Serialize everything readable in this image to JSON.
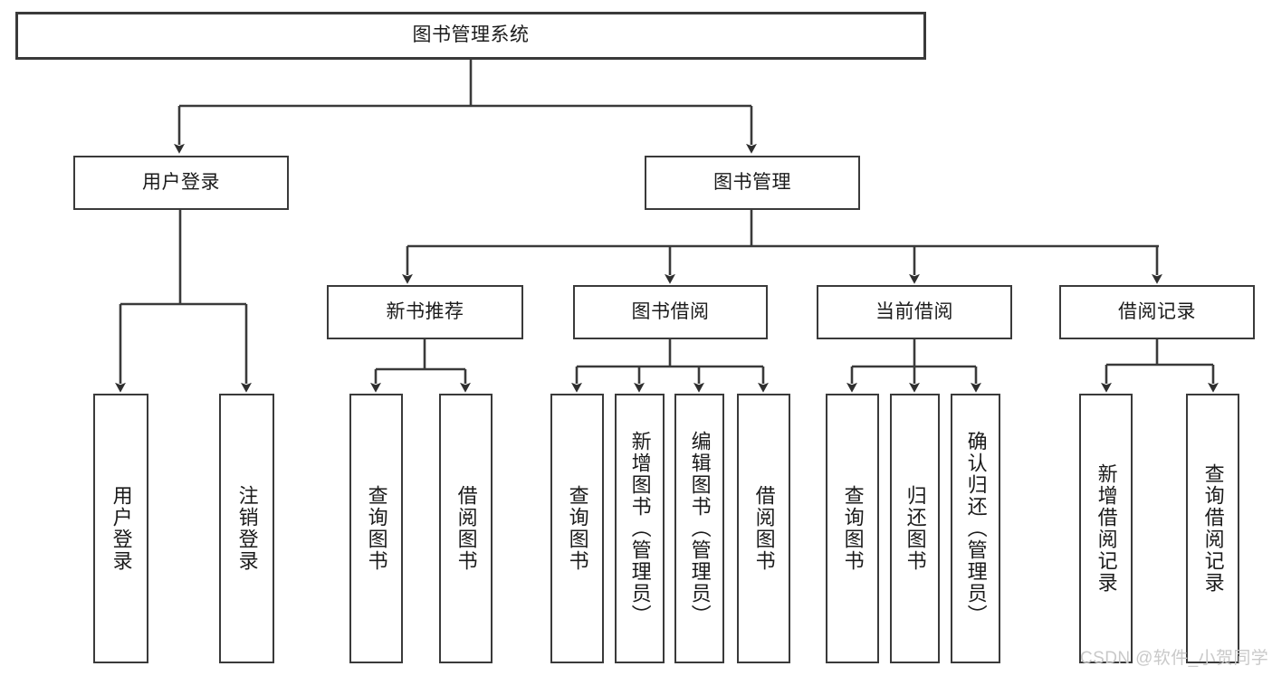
{
  "diagram": {
    "type": "hierarchy-tree",
    "title": "图书管理系统",
    "root": {
      "id": "root",
      "label": "图书管理系统"
    },
    "level2": [
      {
        "id": "user-login",
        "label": "用户登录"
      },
      {
        "id": "book-management",
        "label": "图书管理"
      }
    ],
    "level3": [
      {
        "id": "new-book-recommend",
        "label": "新书推荐",
        "parent": "book-management"
      },
      {
        "id": "book-borrow",
        "label": "图书借阅",
        "parent": "book-management"
      },
      {
        "id": "current-borrow",
        "label": "当前借阅",
        "parent": "book-management"
      },
      {
        "id": "borrow-record",
        "label": "借阅记录",
        "parent": "book-management"
      }
    ],
    "leaves": [
      {
        "id": "leaf-user-login",
        "label": "用户登录",
        "parent": "user-login"
      },
      {
        "id": "leaf-user-logout",
        "label": "注销登录",
        "parent": "user-login"
      },
      {
        "id": "leaf-query-book-1",
        "label": "查询图书",
        "parent": "new-book-recommend"
      },
      {
        "id": "leaf-borrow-book-1",
        "label": "借阅图书",
        "parent": "new-book-recommend"
      },
      {
        "id": "leaf-query-book-2",
        "label": "查询图书",
        "parent": "book-borrow"
      },
      {
        "id": "leaf-add-book",
        "label": "新增图书（管理员）",
        "parent": "book-borrow"
      },
      {
        "id": "leaf-edit-book",
        "label": "编辑图书（管理员）",
        "parent": "book-borrow"
      },
      {
        "id": "leaf-borrow-book-2",
        "label": "借阅图书",
        "parent": "book-borrow"
      },
      {
        "id": "leaf-query-book-3",
        "label": "查询图书",
        "parent": "current-borrow"
      },
      {
        "id": "leaf-return-book",
        "label": "归还图书",
        "parent": "current-borrow"
      },
      {
        "id": "leaf-confirm-return",
        "label": "确认归还（管理员）",
        "parent": "current-borrow"
      },
      {
        "id": "leaf-add-record",
        "label": "新增借阅记录",
        "parent": "borrow-record"
      },
      {
        "id": "leaf-query-record",
        "label": "查询借阅记录",
        "parent": "borrow-record"
      }
    ],
    "watermark": "CSDN @软件_小贺同学",
    "colors": {
      "stroke": "#3a3a3a",
      "text": "#1b1b1b",
      "background": "#ffffff",
      "watermark": "#c9c9c9"
    }
  }
}
